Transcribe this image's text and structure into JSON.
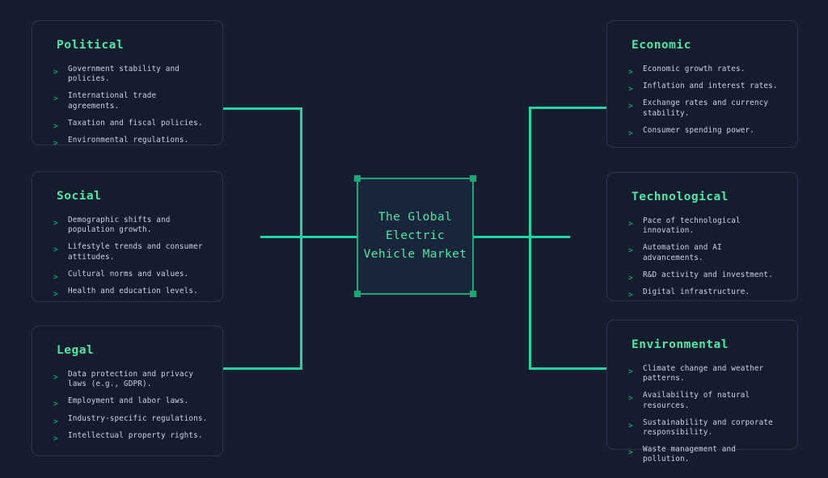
{
  "theme": {
    "background": "#151d2e",
    "card_fill": "#141c2d",
    "card_border": "#2a3450",
    "accent": "#4de8a6",
    "connector": "#21d6a5",
    "bullet": "#159c69",
    "body_text": "#ccd2e2",
    "center_fill": "#18253a",
    "center_border": "#1aa877"
  },
  "center": {
    "title": "The Global Electric Vehicle Market",
    "line1": "The Global",
    "line2": "Electric",
    "line3": "Vehicle Market"
  },
  "bullet_glyph": ">",
  "cards": {
    "political": {
      "title": "Political",
      "items": [
        "Government stability and policies.",
        "International trade agreements.",
        "Taxation and fiscal policies.",
        "Environmental regulations."
      ]
    },
    "social": {
      "title": "Social",
      "items": [
        "Demographic shifts and population growth.",
        "Lifestyle trends and consumer attitudes.",
        "Cultural norms and values.",
        "Health and education levels."
      ]
    },
    "legal": {
      "title": "Legal",
      "items": [
        "Data protection and privacy laws (e.g., GDPR).",
        "Employment and labor laws.",
        "Industry-specific regulations.",
        "Intellectual property rights."
      ]
    },
    "economic": {
      "title": "Economic",
      "items": [
        "Economic growth rates.",
        "Inflation and interest rates.",
        "Exchange rates and currency stability.",
        "Consumer spending power."
      ]
    },
    "technological": {
      "title": "Technological",
      "items": [
        "Pace of technological innovation.",
        "Automation and AI advancements.",
        "R&D activity and investment.",
        "Digital infrastructure."
      ]
    },
    "environmental": {
      "title": "Environmental",
      "items": [
        "Climate change and weather patterns.",
        "Availability of natural resources.",
        "Sustainability and corporate responsibility.",
        "Waste management and pollution."
      ]
    }
  }
}
